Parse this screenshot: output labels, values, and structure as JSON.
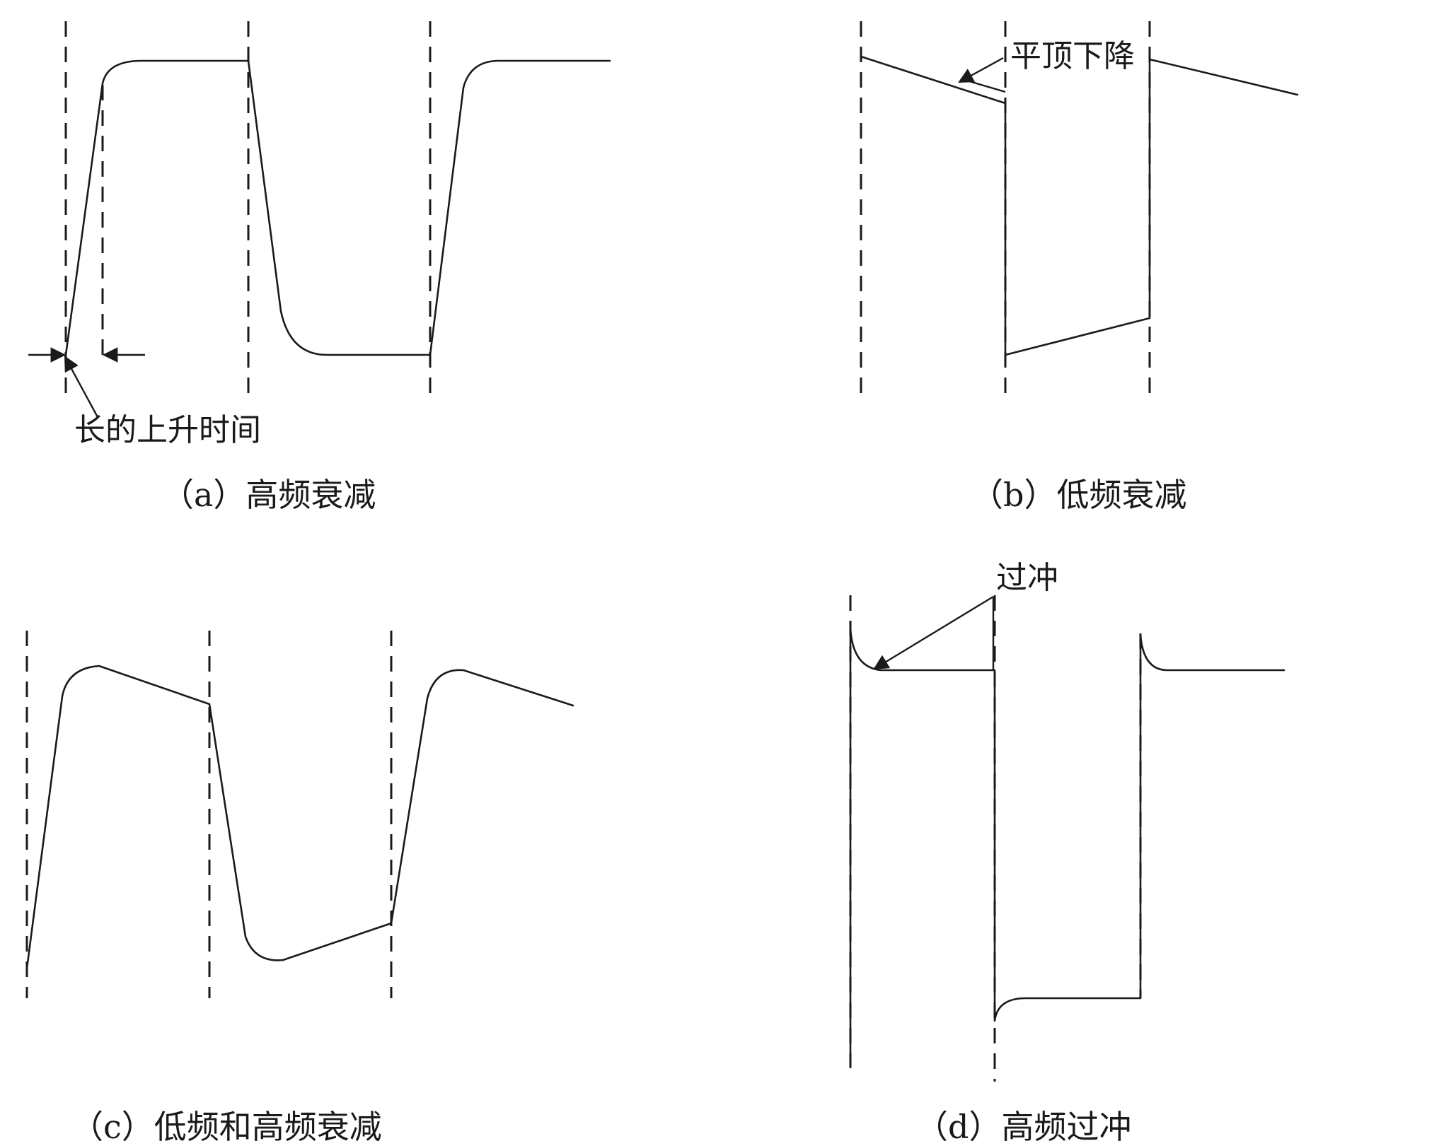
{
  "panels": {
    "a": {
      "caption": "（a）高频衰减",
      "annotation": "长的上升时间"
    },
    "b": {
      "caption": "（b）低频衰减",
      "annotation": "平顶下降"
    },
    "c": {
      "caption": "（c）低频和高频衰减"
    },
    "d": {
      "caption": "（d）高频过冲",
      "annotation": "过冲"
    }
  },
  "colors": {
    "stroke": "#1a1a1a",
    "background": "#ffffff"
  }
}
